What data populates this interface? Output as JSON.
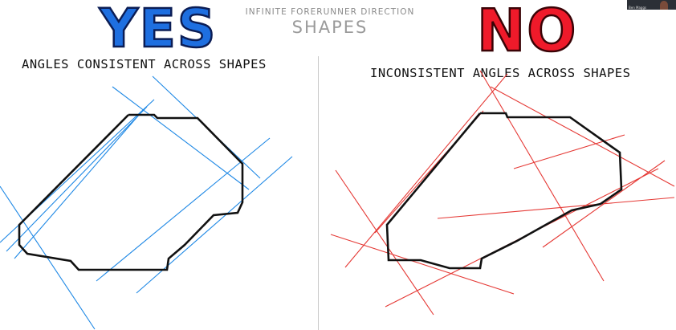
{
  "header": {
    "subtitle": "INFINITE FORERUNNER DIRECTION",
    "title": "SHAPES"
  },
  "left_panel": {
    "heading": "YES",
    "caption": "ANGLES CONSISTENT ACROSS SHAPES",
    "line_color": "#1e88e5",
    "heading_color": "#1e6fe0"
  },
  "right_panel": {
    "heading": "NO",
    "caption": "INCONSISTENT ANGLES ACROSS SHAPES",
    "line_color": "#e53935",
    "heading_color": "#ef1a2a"
  },
  "webcam": {
    "name": "Ben Maggs"
  }
}
